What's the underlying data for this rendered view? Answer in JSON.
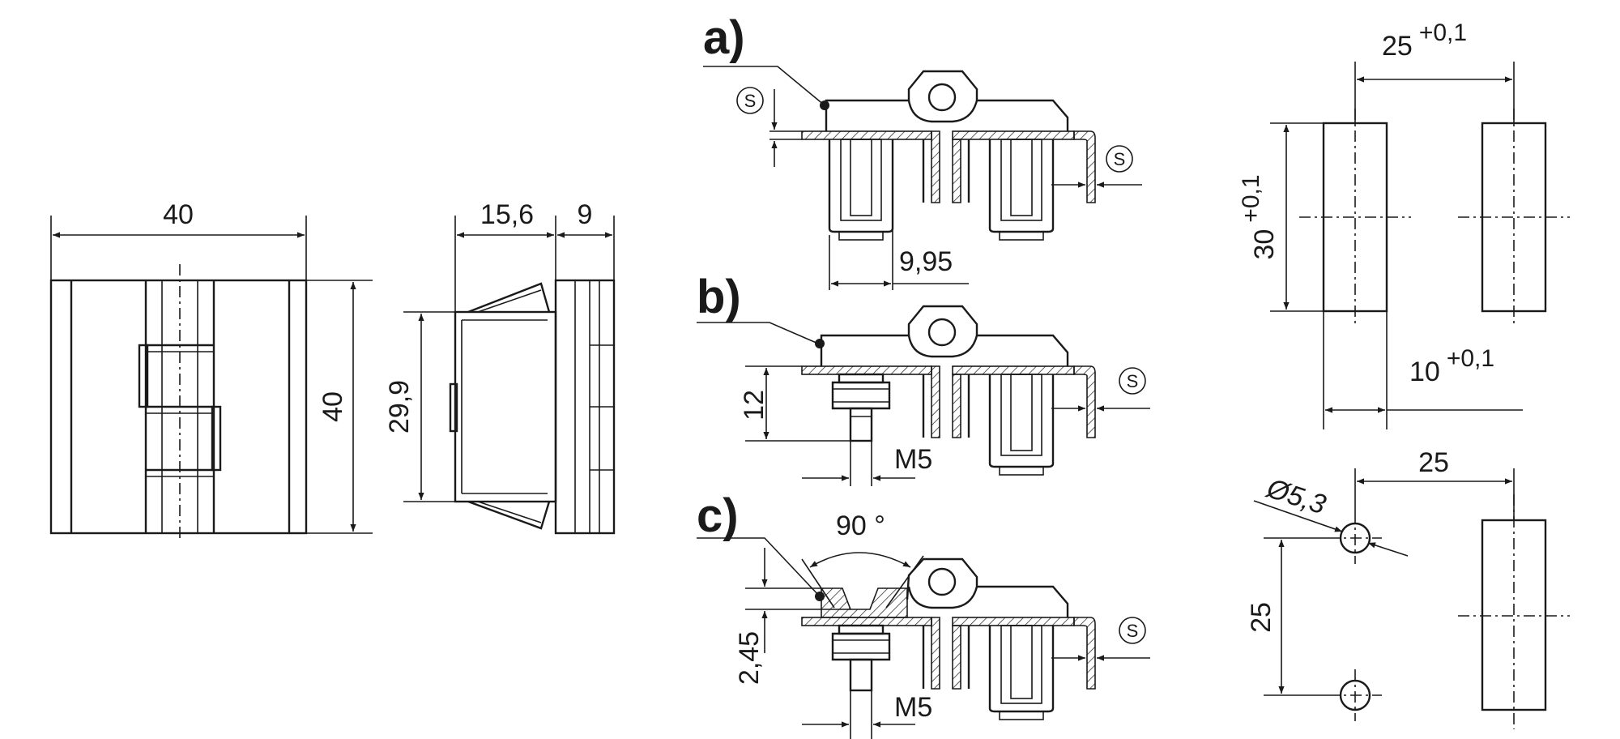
{
  "front_view": {
    "width_dim": "40",
    "height_dim": "40"
  },
  "side_view": {
    "depth_dim": "15,6",
    "leaf_dim": "9",
    "height_dim": "29,9"
  },
  "variants": {
    "a": {
      "label": "a)",
      "s_symbol": "S",
      "offset_dim": "9,95"
    },
    "b": {
      "label": "b)",
      "s_symbol": "S",
      "height_dim": "12",
      "thread": "M5"
    },
    "c": {
      "label": "c)",
      "s_symbol": "S",
      "angle": "90 °",
      "depth_dim": "2,45",
      "thread": "M5"
    }
  },
  "cutout": {
    "spacing_base": "25",
    "spacing_tol": "+0,1",
    "height_base": "30",
    "height_tol": "+0,1",
    "width_base": "10",
    "width_tol": "+0,1"
  },
  "holes": {
    "diameter": "Ø5,3",
    "h_spacing": "25",
    "v_spacing": "25"
  }
}
